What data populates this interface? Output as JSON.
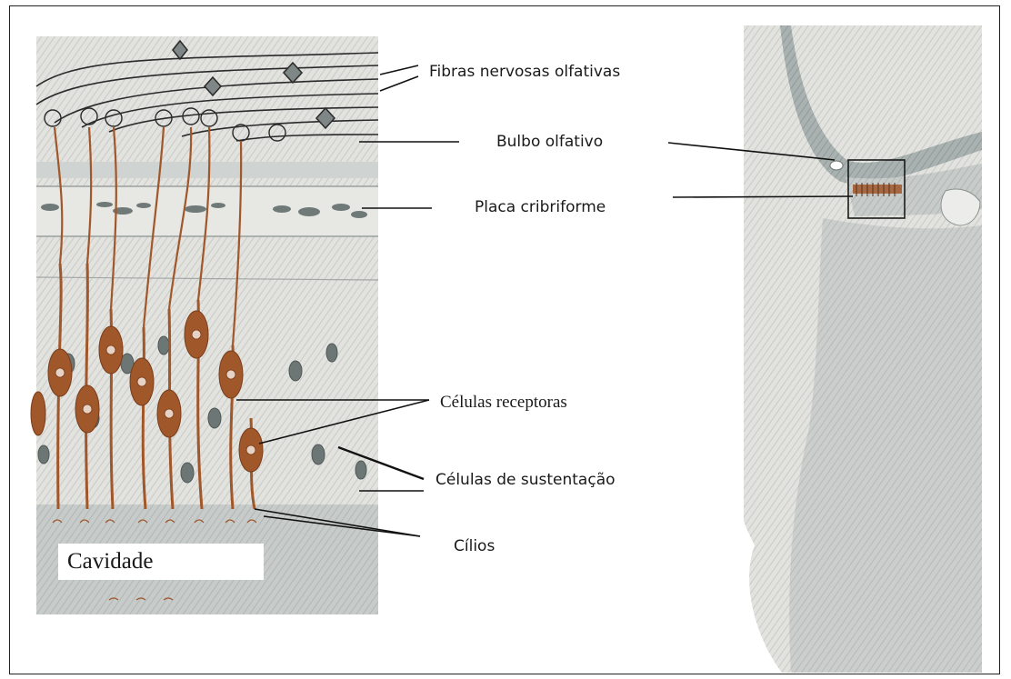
{
  "labels": {
    "fibras": "Fibras nervosas olfativas",
    "bulbo": "Bulbo olfativo",
    "placa": "Placa cribriforme",
    "receptoras": "Células receptoras",
    "sustentacao": "Células de sustentação",
    "cilios": "Cílios",
    "cavidade": "Cavidade"
  },
  "colors": {
    "neuron": "#a0572a",
    "tissue": "#dcdcd8",
    "shade": "#8e9a98",
    "line": "#111111"
  }
}
